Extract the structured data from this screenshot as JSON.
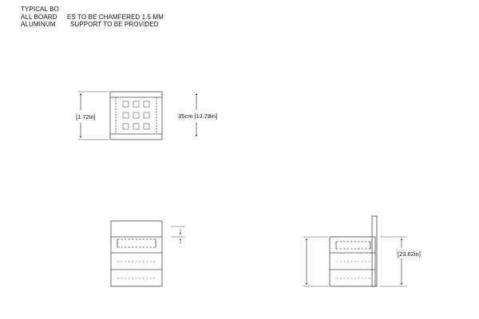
{
  "notes": {
    "line1": "TYPICAL BO",
    "line2_a": "ALL BOARD",
    "line2_b": "ES TO BE CHAMFERED 1.5 MM",
    "line3_a": "ALUMINUM",
    "line3_b": "SUPPORT TO BE PROVIDED"
  },
  "dimensions": {
    "top_view_left": "[1   72in]",
    "top_view_right": "35cm [13.78in]",
    "side_view_right": "[23.62in]"
  }
}
